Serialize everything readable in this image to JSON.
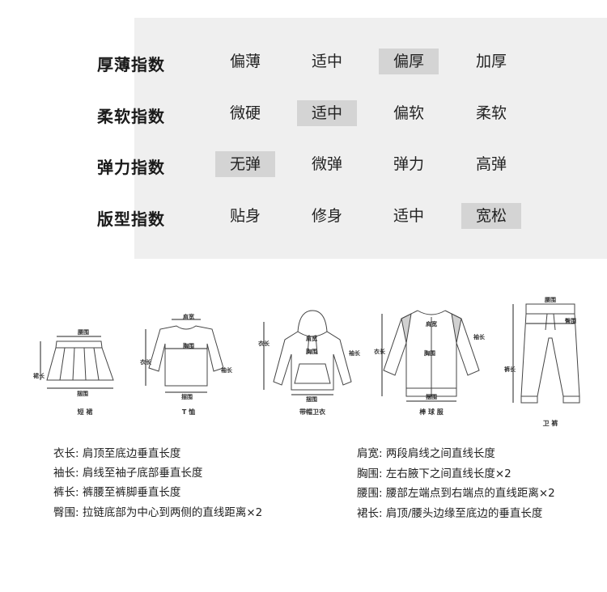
{
  "attributes": [
    {
      "label": "厚薄指数",
      "options": [
        "偏薄",
        "适中",
        "偏厚",
        "加厚"
      ],
      "selected": 2
    },
    {
      "label": "柔软指数",
      "options": [
        "微硬",
        "适中",
        "偏软",
        "柔软"
      ],
      "selected": 1
    },
    {
      "label": "弹力指数",
      "options": [
        "无弹",
        "微弹",
        "弹力",
        "高弹"
      ],
      "selected": 0
    },
    {
      "label": "版型指数",
      "options": [
        "贴身",
        "修身",
        "适中",
        "宽松"
      ],
      "selected": 3
    }
  ],
  "garments": [
    {
      "caption": "短 裙",
      "marks": [
        "腰围",
        "摆围",
        "裙长"
      ]
    },
    {
      "caption": "T 恤",
      "marks": [
        "肩宽",
        "胸围",
        "衣长",
        "袖长",
        "摆围"
      ]
    },
    {
      "caption": "带帽卫衣",
      "marks": [
        "肩宽",
        "胸围",
        "衣长",
        "袖长",
        "摆围"
      ]
    },
    {
      "caption": "棒 球 服",
      "marks": [
        "肩宽",
        "胸围",
        "衣长",
        "袖长",
        "摆围"
      ]
    },
    {
      "caption": "卫 裤",
      "marks": [
        "腰围",
        "臀围",
        "裤长"
      ]
    }
  ],
  "definitions_left": [
    {
      "term": "衣长:",
      "text": "肩顶至底边垂直长度"
    },
    {
      "term": "袖长:",
      "text": "肩线至袖子底部垂直长度"
    },
    {
      "term": "裤长:",
      "text": "裤腰至裤脚垂直长度"
    },
    {
      "term": "臀围:",
      "text": "拉链底部为中心到两侧的直线距离×2"
    }
  ],
  "definitions_right": [
    {
      "term": "肩宽:",
      "text": "两段肩线之间直线长度"
    },
    {
      "term": "胸围:",
      "text": "左右腋下之间直线长度×2"
    },
    {
      "term": "腰围:",
      "text": "腰部左端点到右端点的直线距离×2"
    },
    {
      "term": "裙长:",
      "text": "肩顶/腰头边缘至底边的垂直长度"
    }
  ],
  "colors": {
    "panel": "#efefef",
    "selected": "#d4d4d4",
    "text": "#222222"
  }
}
